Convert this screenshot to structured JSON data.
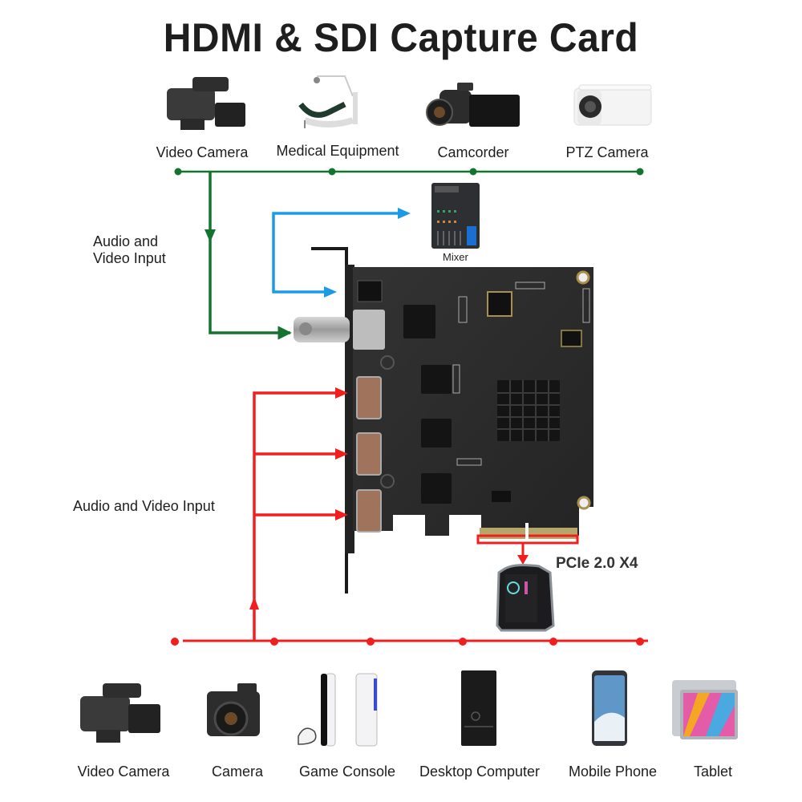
{
  "title": "HDMI & SDI Capture Card",
  "top_sources": [
    {
      "label": "Video Camera",
      "icon": "broadcast-video-camera-icon"
    },
    {
      "label": "Medical Equipment",
      "icon": "dental-chair-icon"
    },
    {
      "label": "Camcorder",
      "icon": "camcorder-icon"
    },
    {
      "label": "PTZ Camera",
      "icon": "bullet-camera-icon"
    }
  ],
  "sdi_input_label_line1": "Audio and",
  "sdi_input_label_line2": "Video Input",
  "mixer": {
    "label": "Mixer",
    "icon": "audio-mixer-icon"
  },
  "hdmi_input_label": "Audio and Video Input",
  "interface": {
    "label": "PCIe 2.0 X4",
    "icon": "pc-tower-icon"
  },
  "bottom_sources": [
    {
      "label": "Video Camera",
      "icon": "broadcast-video-camera-icon"
    },
    {
      "label": "Camera",
      "icon": "mirrorless-camera-icon"
    },
    {
      "label": "Game Console",
      "icon": "game-console-icon"
    },
    {
      "label": "Desktop Computer",
      "icon": "desktop-tower-icon"
    },
    {
      "label": "Mobile Phone",
      "icon": "smartphone-icon"
    },
    {
      "label": "Tablet",
      "icon": "tablet-icon"
    }
  ],
  "colors": {
    "sdi_line": "#13732f",
    "audio_out_line": "#1b9be6",
    "hdmi_line": "#f21d1d",
    "pcb": "#2b2b2b",
    "text": "#1e1e1e"
  }
}
